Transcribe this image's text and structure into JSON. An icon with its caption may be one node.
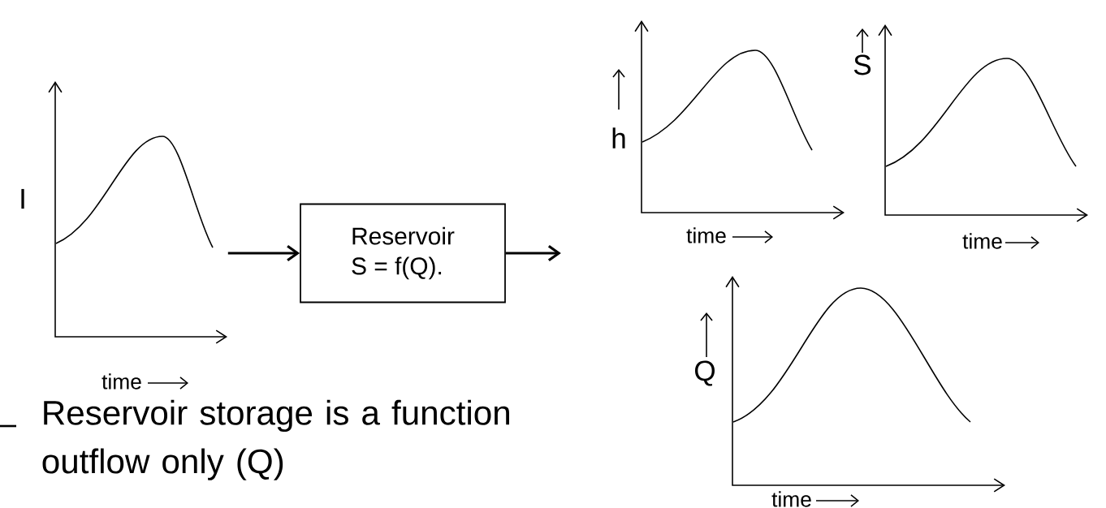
{
  "diagram": {
    "nodes": [
      {
        "text": [],
        "shape": "picture"
      },
      {
        "text": [
          "Reservoir",
          "S = f(Q)."
        ]
      },
      {
        "text": [],
        "shape": "picture"
      },
      {
        "text": [],
        "shape": "picture"
      },
      {
        "text": [],
        "shape": "picture"
      }
    ],
    "edges": [
      {
        "from": 0,
        "to": 1,
        "arrow": "to"
      },
      {
        "from": 1,
        "to": null,
        "arrow": "to"
      }
    ],
    "labels": [
      "I",
      "time",
      "h",
      "time",
      "S",
      "time",
      "Q",
      "time",
      "Reservoir storage is a function outflow only (Q)"
    ]
  }
}
